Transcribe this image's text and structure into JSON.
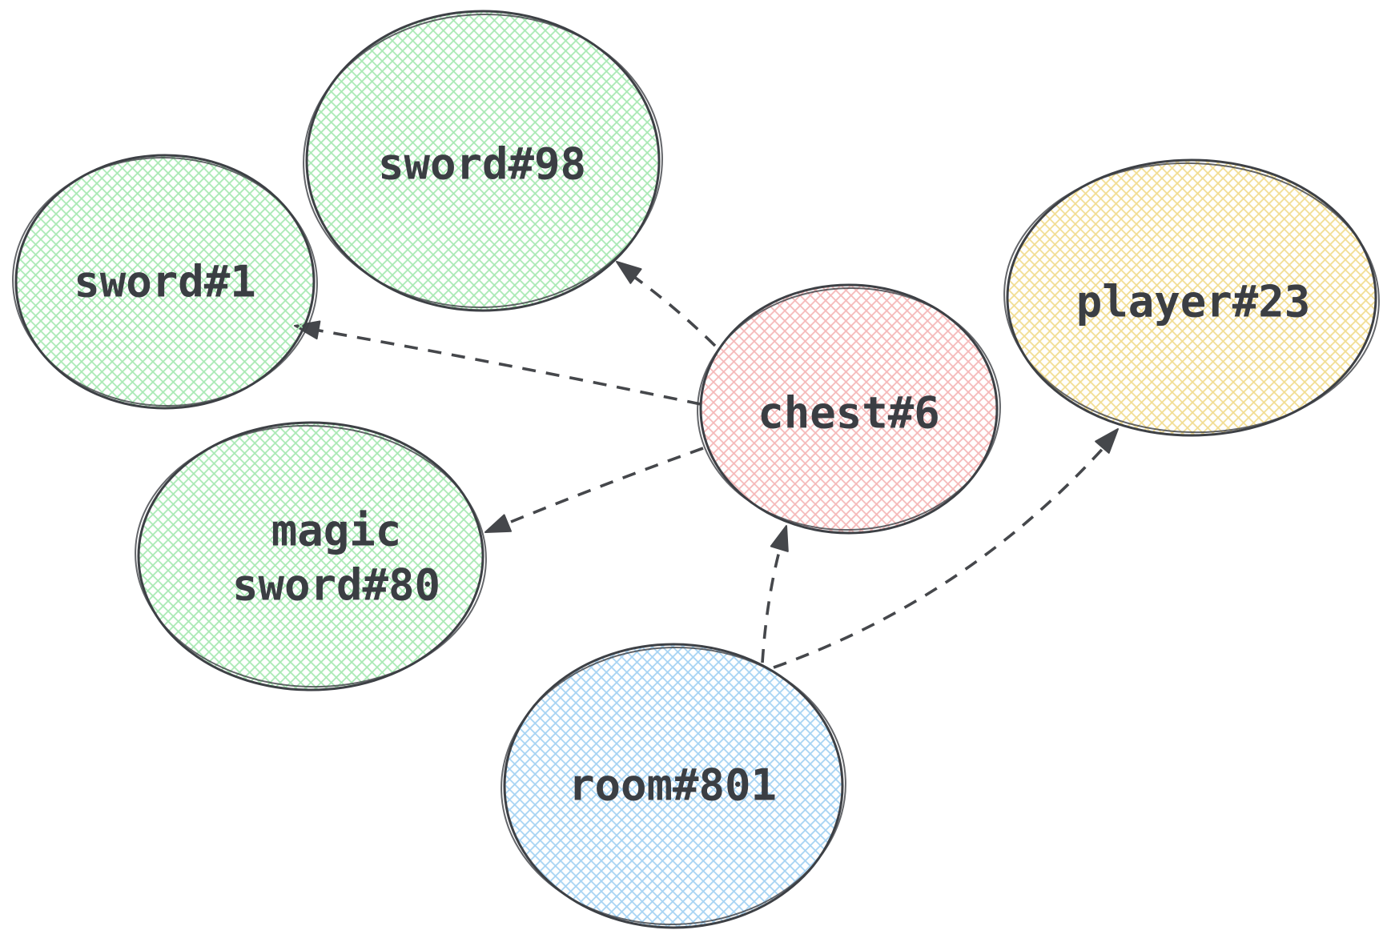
{
  "diagram": {
    "type": "graph",
    "style": "hand-drawn-sketch",
    "background": "#ffffff",
    "palette": {
      "green_fill": "#a9e9b4",
      "pink_fill": "#f5b9b9",
      "yellow_fill": "#f2dd92",
      "blue_fill": "#a6d3f3",
      "outline": "#3d4045",
      "edge": "#45474b",
      "text": "#3b3e43"
    },
    "nodes": [
      {
        "id": "sword#1",
        "label": "sword#1",
        "color": "green"
      },
      {
        "id": "sword#98",
        "label": "sword#98",
        "color": "green"
      },
      {
        "id": "magic sword#80",
        "label_line1": "magic",
        "label_line2": "sword#80",
        "color": "green"
      },
      {
        "id": "chest#6",
        "label": "chest#6",
        "color": "pink"
      },
      {
        "id": "player#23",
        "label": "player#23",
        "color": "yellow"
      },
      {
        "id": "room#801",
        "label": "room#801",
        "color": "blue"
      }
    ],
    "edges": [
      {
        "from": "chest#6",
        "to": "sword#98",
        "style": "dashed",
        "arrow": "to"
      },
      {
        "from": "chest#6",
        "to": "sword#1",
        "style": "dashed",
        "arrow": "to"
      },
      {
        "from": "chest#6",
        "to": "magic sword#80",
        "style": "dashed",
        "arrow": "to"
      },
      {
        "from": "room#801",
        "to": "chest#6",
        "style": "dashed",
        "arrow": "to"
      },
      {
        "from": "room#801",
        "to": "player#23",
        "style": "dashed",
        "arrow": "to"
      }
    ]
  }
}
